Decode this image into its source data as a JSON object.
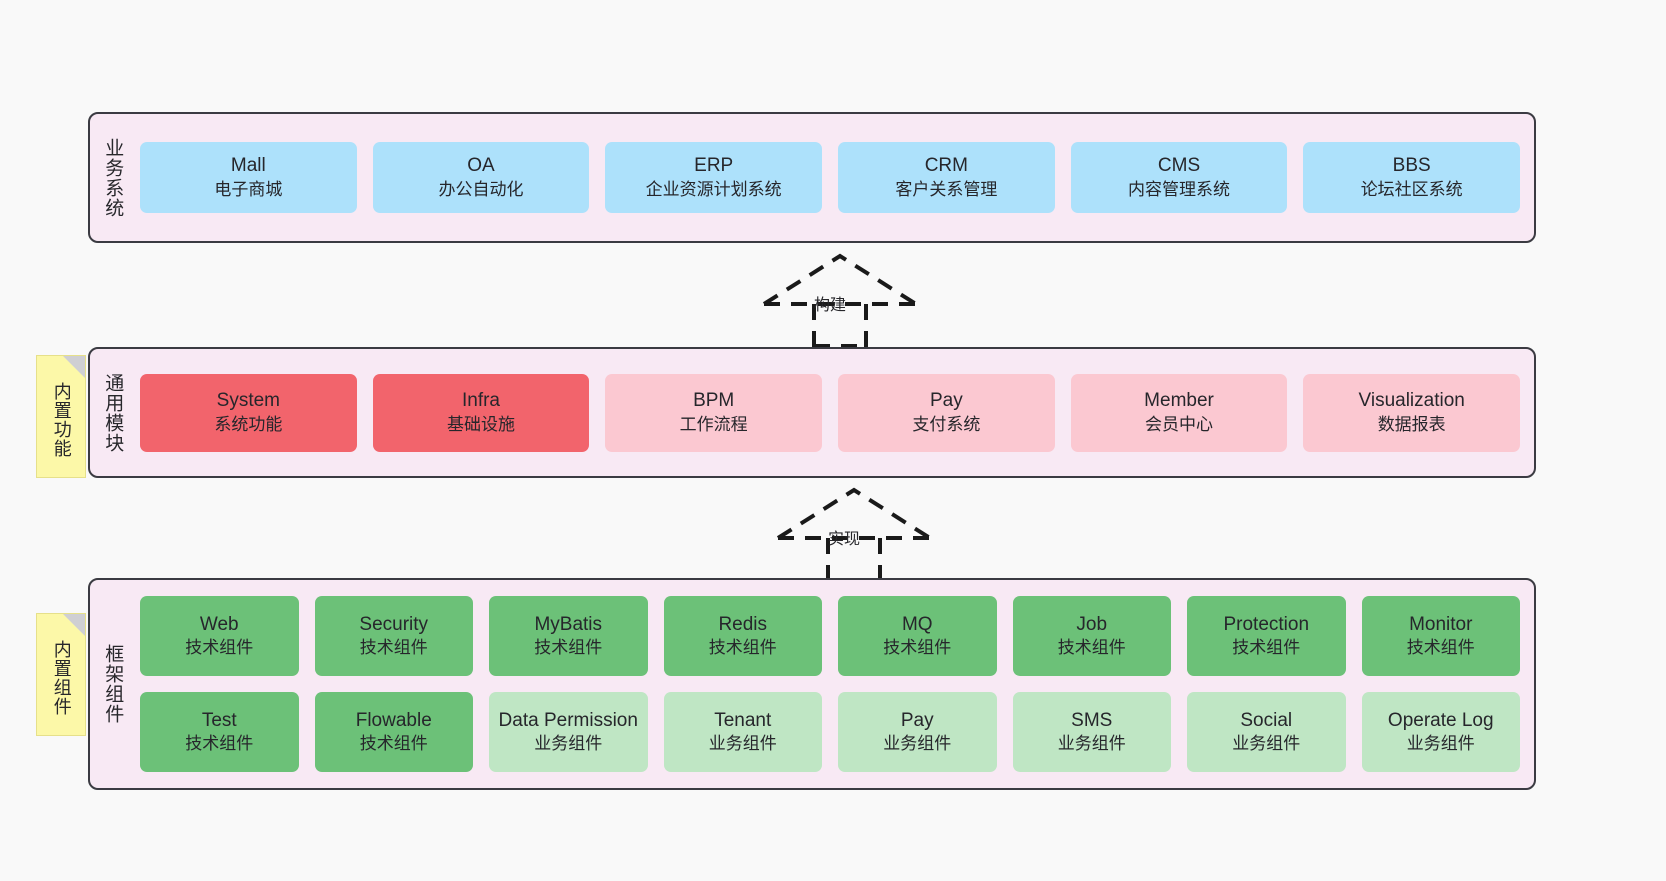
{
  "diagram": {
    "background_color": "#f9f9f9",
    "band_background": "#f8e9f4",
    "band_border": "#3b3b42",
    "note_color": "#fcf8a8",
    "colors": {
      "blue": "#ade1fb",
      "red": "#f2646c",
      "pink": "#fbc8d1",
      "green": "#6cc178",
      "light_green": "#bfe6c4"
    }
  },
  "notes": {
    "functions": "内置功能",
    "components": "内置组件"
  },
  "arrows": {
    "build": "构建",
    "implement": "实现"
  },
  "business": {
    "title": "业务系统",
    "items": [
      {
        "name": "Mall",
        "desc": "电子商城"
      },
      {
        "name": "OA",
        "desc": "办公自动化"
      },
      {
        "name": "ERP",
        "desc": "企业资源计划系统"
      },
      {
        "name": "CRM",
        "desc": "客户关系管理"
      },
      {
        "name": "CMS",
        "desc": "内容管理系统"
      },
      {
        "name": "BBS",
        "desc": "论坛社区系统"
      }
    ]
  },
  "common": {
    "title": "通用模块",
    "items": [
      {
        "name": "System",
        "desc": "系统功能"
      },
      {
        "name": "Infra",
        "desc": "基础设施"
      },
      {
        "name": "BPM",
        "desc": "工作流程"
      },
      {
        "name": "Pay",
        "desc": "支付系统"
      },
      {
        "name": "Member",
        "desc": "会员中心"
      },
      {
        "name": "Visualization",
        "desc": "数据报表"
      }
    ]
  },
  "framework": {
    "title": "框架组件",
    "row1": [
      {
        "name": "Web",
        "desc": "技术组件"
      },
      {
        "name": "Security",
        "desc": "技术组件"
      },
      {
        "name": "MyBatis",
        "desc": "技术组件"
      },
      {
        "name": "Redis",
        "desc": "技术组件"
      },
      {
        "name": "MQ",
        "desc": "技术组件"
      },
      {
        "name": "Job",
        "desc": "技术组件"
      },
      {
        "name": "Protection",
        "desc": "技术组件"
      },
      {
        "name": "Monitor",
        "desc": "技术组件"
      }
    ],
    "row2": [
      {
        "name": "Test",
        "desc": "技术组件"
      },
      {
        "name": "Flowable",
        "desc": "技术组件"
      },
      {
        "name": "Data Permission",
        "desc": "业务组件"
      },
      {
        "name": "Tenant",
        "desc": "业务组件"
      },
      {
        "name": "Pay",
        "desc": "业务组件"
      },
      {
        "name": "SMS",
        "desc": "业务组件"
      },
      {
        "name": "Social",
        "desc": "业务组件"
      },
      {
        "name": "Operate Log",
        "desc": "业务组件"
      }
    ]
  }
}
